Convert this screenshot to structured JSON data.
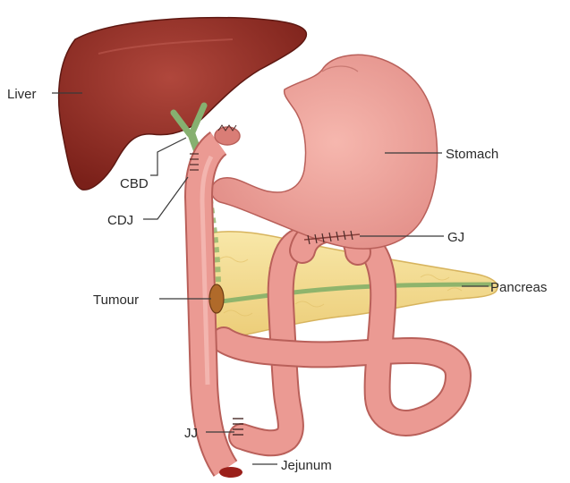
{
  "figure": {
    "labels": {
      "liver": "Liver",
      "cbd": "CBD",
      "cdj": "CDJ",
      "tumour": "Tumour",
      "jj": "JJ",
      "jejunum": "Jejunum",
      "stomach": "Stomach",
      "gj": "GJ",
      "pancreas": "Pancreas"
    },
    "colors": {
      "liver": "#8e2b24",
      "bowel": "#eb9a93",
      "bowel_outline": "#b9605a",
      "pancreas": "#f3dc8e",
      "duct": "#86b070",
      "tumour": "#b06a2a",
      "label_text": "#2a2a2a"
    }
  }
}
